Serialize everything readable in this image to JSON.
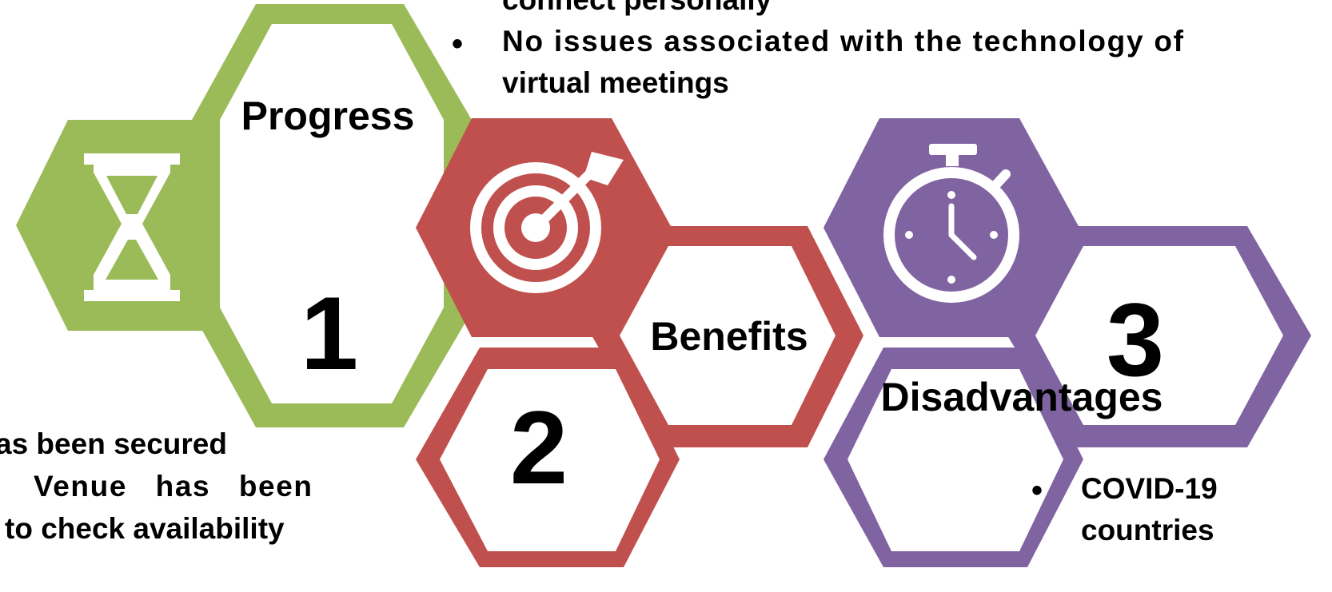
{
  "colors": {
    "progress": "#9BBB59",
    "benefits": "#C0504D",
    "disadvantages": "#8064A2",
    "inner": "#ffffff",
    "text": "#000000"
  },
  "benefits_text": {
    "line_top_partial": "connect personally",
    "bullet_line1": "No issues associated with the technology of",
    "bullet_line2": "virtual meetings"
  },
  "progress": {
    "label": "Progress",
    "number": "1",
    "icon": "hourglass-icon",
    "text_lines": [
      "as been secured",
      "Venue   has   been",
      "to check availability"
    ]
  },
  "benefits": {
    "label": "Benefits",
    "number": "2",
    "icon": "target-icon"
  },
  "disadvantages": {
    "label": "Disadvantages",
    "number": "3",
    "icon": "stopwatch-icon",
    "text_lines": [
      "COVID-19",
      "countries"
    ]
  }
}
